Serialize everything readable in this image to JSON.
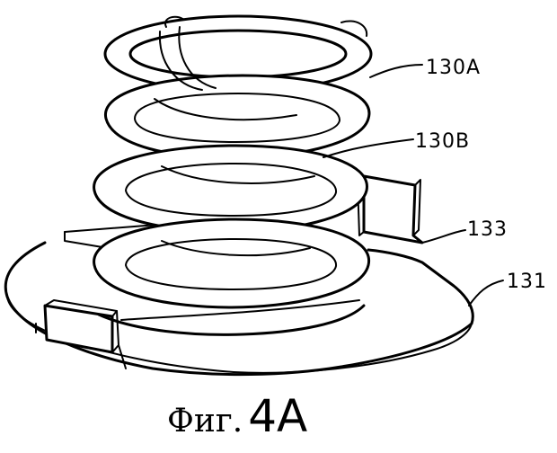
{
  "figure": {
    "caption_prefix": "Фиг.",
    "caption_number": "4A",
    "labels": {
      "coil_outer": "130A",
      "coil_inner": "130B",
      "tab": "133",
      "base_plate": "131"
    }
  }
}
